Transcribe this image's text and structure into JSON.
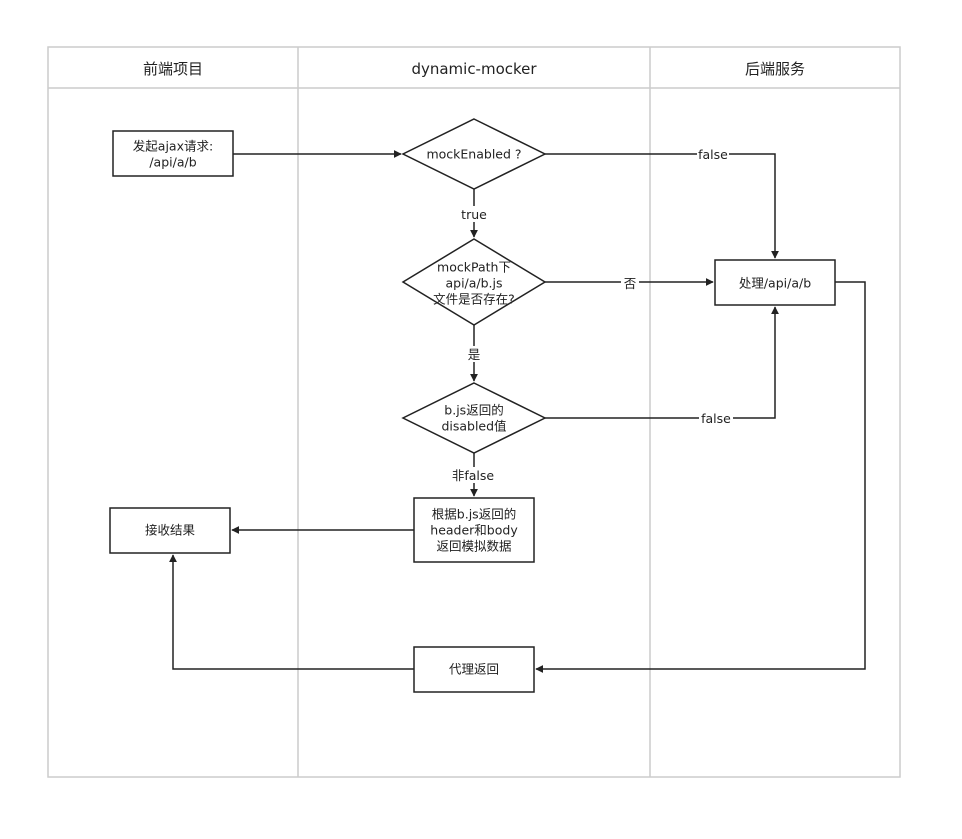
{
  "lanes": {
    "frontend": "前端项目",
    "mocker": "dynamic-mocker",
    "backend": "后端服务"
  },
  "nodes": {
    "ajax_request": [
      "发起ajax请求:",
      "/api/a/b"
    ],
    "mock_enabled": [
      "mockEnabled ?"
    ],
    "file_exists": [
      "mockPath下",
      "api/a/b.js",
      "文件是否存在?"
    ],
    "disabled_value": [
      "b.js返回的",
      "disabled值"
    ],
    "mock_response": [
      "根据b.js返回的",
      "header和body",
      "返回模拟数据"
    ],
    "receive_result": [
      "接收结果"
    ],
    "handle_api": [
      "处理/api/a/b"
    ],
    "proxy_return": [
      "代理返回"
    ]
  },
  "edges": {
    "enabled_true": "true",
    "enabled_false": "false",
    "file_yes": "是",
    "file_no": "否",
    "disabled_not_false": "非false",
    "disabled_false": "false"
  },
  "colors": {
    "line": "#222222",
    "border": "#cccccc"
  }
}
